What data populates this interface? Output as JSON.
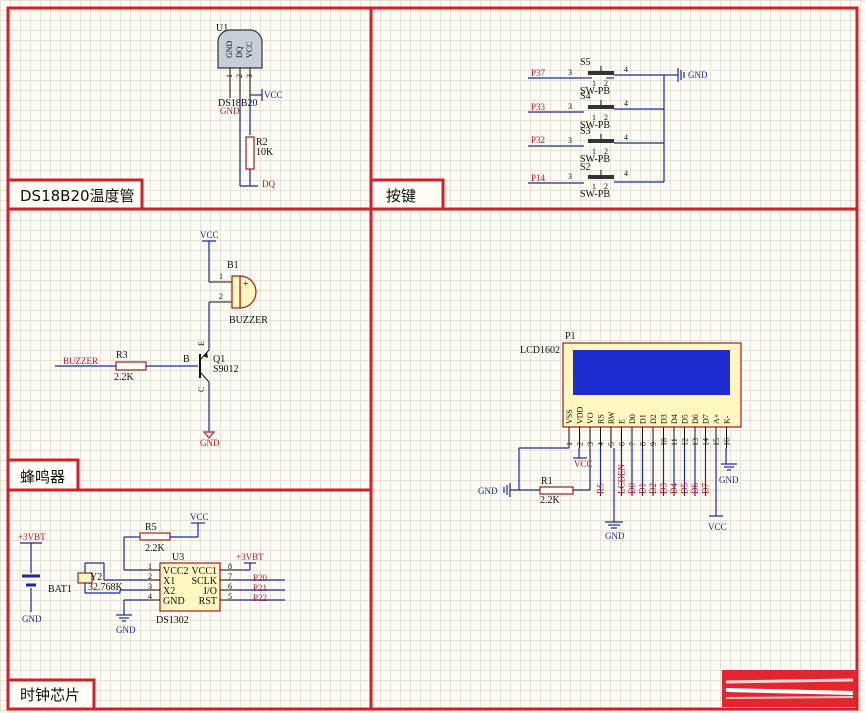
{
  "sections": {
    "ds18b20": "DS18B20温度管",
    "keys": "按键",
    "buzzer": "蜂鸣器",
    "clock": "时钟芯片"
  },
  "ds18b20": {
    "ref": "U1",
    "pins": [
      "GND",
      "DQ",
      "VCC"
    ],
    "pin_nums": [
      "1",
      "2",
      "3"
    ],
    "part": "DS18B20",
    "gnd": "GND",
    "vcc": "VCC",
    "r_ref": "R2",
    "r_val": "10K",
    "net": "DQ"
  },
  "keys": {
    "buttons": [
      {
        "ref": "S5",
        "net": "P37",
        "part": "SW-PB"
      },
      {
        "ref": "S4",
        "net": "P33",
        "part": "SW-PB"
      },
      {
        "ref": "S3",
        "net": "P32",
        "part": "SW-PB"
      },
      {
        "ref": "S2",
        "net": "P14",
        "part": "SW-PB"
      }
    ],
    "pin_a": "3",
    "pin_b": "4",
    "pin_1": "1",
    "pin_2": "2",
    "gnd": "GND"
  },
  "buzzer": {
    "vcc": "VCC",
    "ref": "B1",
    "part": "BUZZER",
    "plus": "+",
    "pin1": "1",
    "pin2": "2",
    "net": "BUZZER",
    "r_ref": "R3",
    "r_val": "2.2K",
    "b": "B",
    "e": "E",
    "c": "C",
    "q_ref": "Q1",
    "q_part": "S9012",
    "gnd": "GND"
  },
  "lcd": {
    "ref": "P1",
    "part": "LCD1602",
    "pins": [
      "VSS",
      "VDD",
      "VO",
      "RS",
      "RW",
      "E",
      "D0",
      "D1",
      "D2",
      "D3",
      "D4",
      "D5",
      "D6",
      "D7",
      "A+",
      "K-"
    ],
    "pin_nums": [
      "1",
      "2",
      "3",
      "4",
      "5",
      "6",
      "7",
      "8",
      "9",
      "10",
      "11",
      "12",
      "13",
      "14",
      "15",
      "16"
    ],
    "nets": [
      "RS",
      "LCDEN",
      "D0",
      "D1",
      "D2",
      "D3",
      "D4",
      "D5",
      "D6",
      "D7"
    ],
    "vcc": "VCC",
    "gnd": "GND",
    "r_ref": "R1",
    "r_val": "2.2K"
  },
  "clock": {
    "vbt": "+3VBT",
    "bat": "BAT1",
    "gnd": "GND",
    "y_ref": "Y2",
    "y_val": "32.768K",
    "r_ref": "R5",
    "r_val": "2.2K",
    "vcc": "VCC",
    "u_ref": "U3",
    "part": "DS1302",
    "left_pins": [
      "VCC2",
      "X1",
      "X2",
      "GND"
    ],
    "right_pins": [
      "VCC1",
      "SCLK",
      "I/O",
      "RST"
    ],
    "left_nums": [
      "1",
      "2",
      "3",
      "4"
    ],
    "right_nums": [
      "8",
      "7",
      "6",
      "5"
    ],
    "nets": [
      "P20",
      "P21",
      "P22"
    ]
  }
}
